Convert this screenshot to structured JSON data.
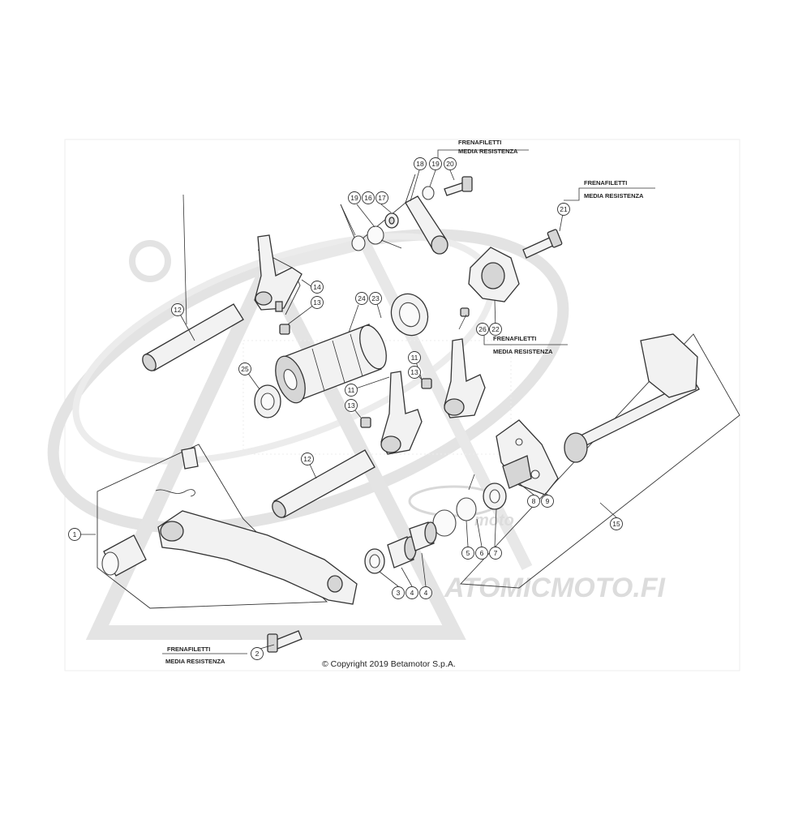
{
  "notes": {
    "top_center": [
      "FRENAFILETTI",
      "MEDIA RESISTENZA"
    ],
    "top_right": [
      "FRENAFILETTI",
      "MEDIA RESISTENZA"
    ],
    "middle_right": [
      "FRENAFILETTI",
      "MEDIA RESISTENZA"
    ],
    "bottom_left": [
      "FRENAFILETTI",
      "MEDIA RESISTENZA"
    ]
  },
  "callouts": [
    {
      "id": "c1",
      "label": "1"
    },
    {
      "id": "c2",
      "label": "2"
    },
    {
      "id": "c3",
      "label": "3"
    },
    {
      "id": "c4a",
      "label": "4"
    },
    {
      "id": "c4b",
      "label": "4"
    },
    {
      "id": "c5",
      "label": "5"
    },
    {
      "id": "c6",
      "label": "6"
    },
    {
      "id": "c7",
      "label": "7"
    },
    {
      "id": "c8",
      "label": "8"
    },
    {
      "id": "c9",
      "label": "9"
    },
    {
      "id": "c11a",
      "label": "11"
    },
    {
      "id": "c11b",
      "label": "11"
    },
    {
      "id": "c12a",
      "label": "12"
    },
    {
      "id": "c12b",
      "label": "12"
    },
    {
      "id": "c13a",
      "label": "13"
    },
    {
      "id": "c13b",
      "label": "13"
    },
    {
      "id": "c13c",
      "label": "13"
    },
    {
      "id": "c14",
      "label": "14"
    },
    {
      "id": "c15",
      "label": "15"
    },
    {
      "id": "c16",
      "label": "16"
    },
    {
      "id": "c17",
      "label": "17"
    },
    {
      "id": "c18",
      "label": "18"
    },
    {
      "id": "c19a",
      "label": "19"
    },
    {
      "id": "c19b",
      "label": "19"
    },
    {
      "id": "c20",
      "label": "20"
    },
    {
      "id": "c21",
      "label": "21"
    },
    {
      "id": "c22",
      "label": "22"
    },
    {
      "id": "c23",
      "label": "23"
    },
    {
      "id": "c24",
      "label": "24"
    },
    {
      "id": "c25",
      "label": "25"
    },
    {
      "id": "c26",
      "label": "26"
    }
  ],
  "copyright": "© Copyright 2019 Betamotor S.p.A.",
  "watermark": {
    "text": "ATOMICMOTO.FI",
    "logo_word": "moto"
  }
}
